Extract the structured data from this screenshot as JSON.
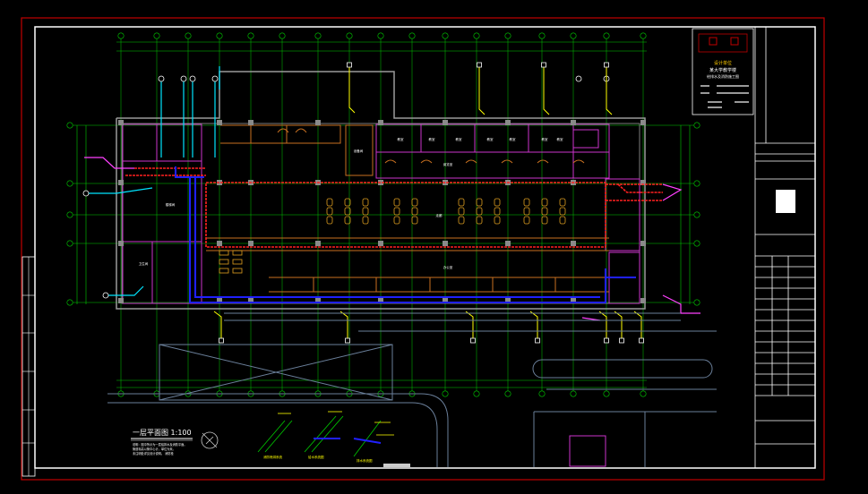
{
  "drawing": {
    "title": "一层平面图 1:100",
    "notes": [
      "说明：图中所示为一层给排水及消防平面。",
      "管道标高以管中心计，单位为米。",
      "未注明处详见设计说明。 消防栓"
    ],
    "detail_labels": [
      "消防喷淋系统",
      "给水系统图",
      "排水系统图"
    ]
  },
  "title_block": {
    "company": "设计单位",
    "project": "某大学教学楼",
    "subtitle": "给排水及消防施工图"
  },
  "colors": {
    "frame": "#c00000",
    "sheet": "#ffffff",
    "grid": "#00cc00",
    "wall": "#9a9a9a",
    "partition": "#cc33cc",
    "fire_pipe": "#ff2020",
    "water_pipe": "#2020ff",
    "drain_pipe": "#ffff00",
    "cyan_pipe": "#00e5ff",
    "furniture": "#e0a020",
    "door": "#c87020"
  },
  "rooms": [
    {
      "label": "教室"
    },
    {
      "label": "教室"
    },
    {
      "label": "教室"
    },
    {
      "label": "教室"
    },
    {
      "label": "教室"
    },
    {
      "label": "教室"
    },
    {
      "label": "教室"
    },
    {
      "label": "阅览室"
    },
    {
      "label": "办公室"
    },
    {
      "label": "走廊"
    },
    {
      "label": "楼梯间"
    },
    {
      "label": "卫生间"
    },
    {
      "label": "设备间"
    }
  ]
}
